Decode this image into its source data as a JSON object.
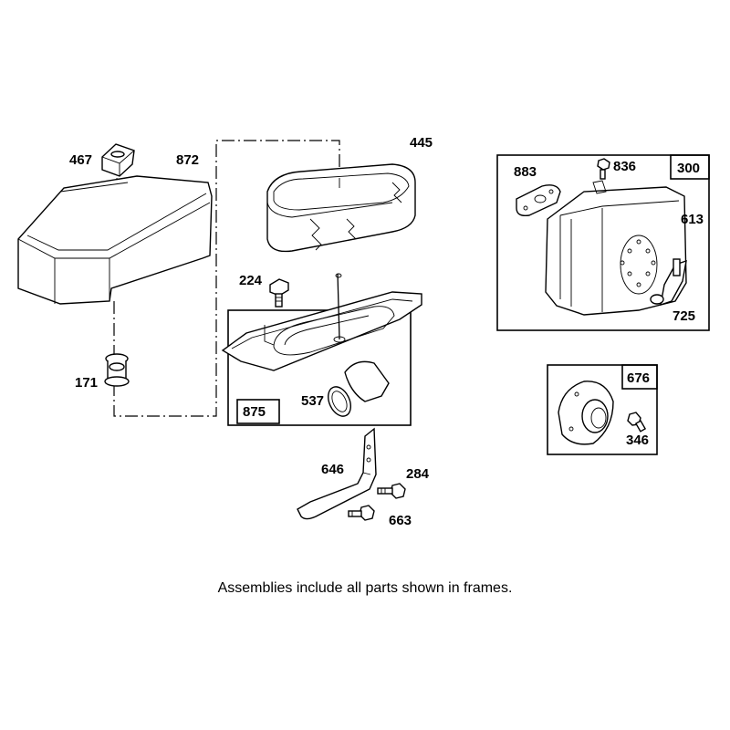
{
  "labels": {
    "p467": "467",
    "p872": "872",
    "p171": "171",
    "p445": "445",
    "p224": "224",
    "p537": "537",
    "p875": "875",
    "p646": "646",
    "p284": "284",
    "p663": "663",
    "p883": "883",
    "p836": "836",
    "p300": "300",
    "p613": "613",
    "p725": "725",
    "p676": "676",
    "p346": "346"
  },
  "caption": "Assemblies include all parts shown in frames."
}
